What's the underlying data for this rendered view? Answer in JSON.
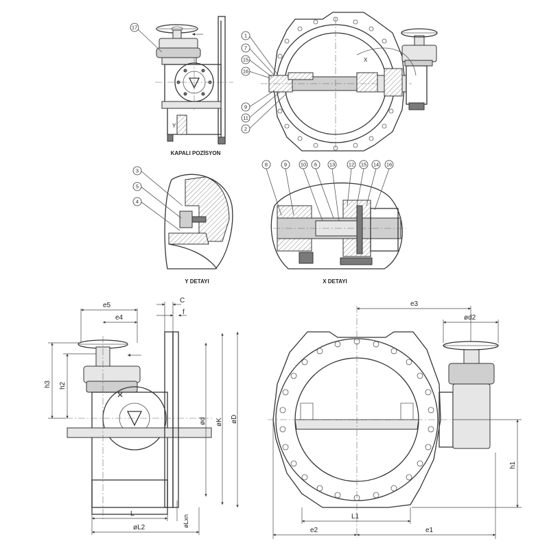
{
  "captions": {
    "closed_position": "KAPALI POZİSYON",
    "detail_y": "Y DETAYI",
    "detail_x": "X DETAYI",
    "marker_x": "X",
    "marker_y": "Y"
  },
  "balloons": {
    "top_left": [
      "17"
    ],
    "top_right": [
      "1",
      "7",
      "15",
      "16",
      "9",
      "11",
      "2"
    ],
    "detail_y": [
      "3",
      "5",
      "4"
    ],
    "detail_x": [
      "8",
      "9",
      "10",
      "6",
      "13",
      "12",
      "15",
      "14",
      "16"
    ]
  },
  "dimensions": {
    "e5": "e5",
    "e4": "e4",
    "C": "C",
    "f": "f",
    "h3": "h3",
    "h2": "h2",
    "od": "ød",
    "oK": "øK",
    "oD": "øD",
    "L": "L",
    "oL2": "øL2",
    "oLxn": "øLxn",
    "e3": "e3",
    "od2": "ød2",
    "h1": "h1",
    "L1": "L1",
    "e2": "e2",
    "e1": "e1"
  }
}
